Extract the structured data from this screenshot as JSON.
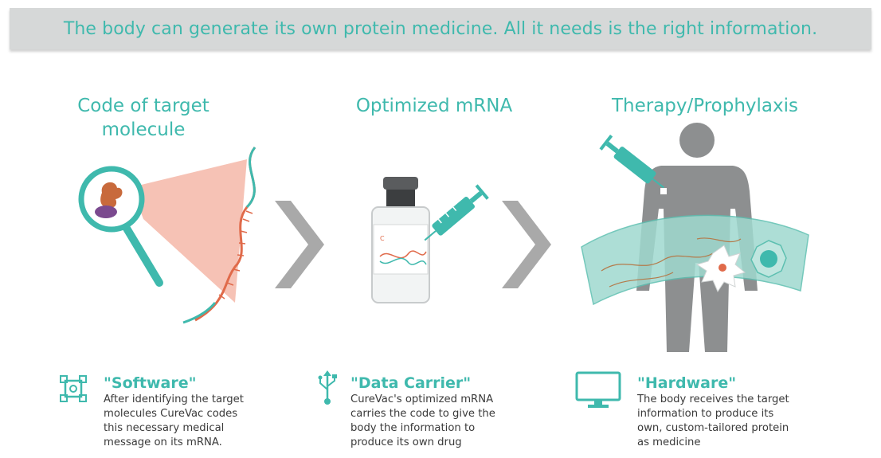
{
  "banner": "The body can generate its own protein medicine. All it needs is the right information.",
  "columns": [
    {
      "title_lines": [
        "Code of target",
        "molecule"
      ],
      "heading": "\"Software\"",
      "body_lines": [
        "After identifying the target",
        "molecules CureVac codes",
        "this necessary medical",
        "message on its mRNA."
      ],
      "icon": "network-node-icon"
    },
    {
      "title_lines": [
        "Optimized mRNA"
      ],
      "heading": "\"Data Carrier\"",
      "body_lines": [
        "CureVac's optimized mRNA",
        "carries the code to give the",
        "body the information to",
        "produce its own drug"
      ],
      "icon": "usb-icon"
    },
    {
      "title_lines": [
        "Therapy/Prophylaxis"
      ],
      "heading": "\"Hardware\"",
      "body_lines": [
        "The body receives the target",
        "information to produce its",
        "own, custom-tailored protein",
        "as medicine"
      ],
      "icon": "monitor-icon"
    }
  ],
  "colors": {
    "accent": "#3fb9ad",
    "banner_bg": "#d6d8d8",
    "arrow": "#a9a9a9",
    "body": "#8d8f90",
    "strand": "#e06a4a"
  }
}
